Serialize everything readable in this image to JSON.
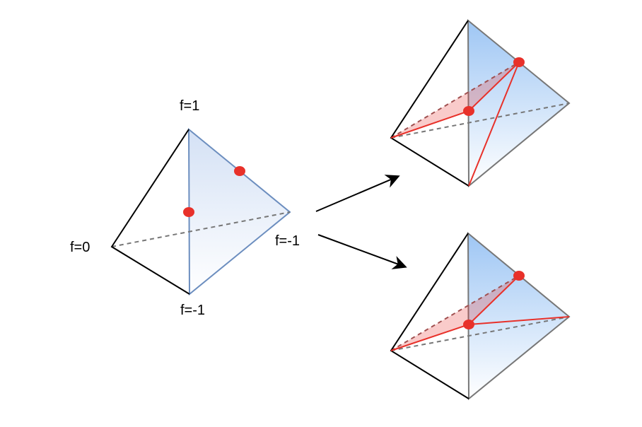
{
  "labels": {
    "top": "f=1",
    "left": "f=0",
    "right": "f=-1",
    "bottom": "f=-1"
  },
  "colors": {
    "face_blue": "#a9cdf5",
    "face_blue_light": "#ffffff",
    "edge_blue": "#6c8ebf",
    "red": "#e8312a",
    "red_fill": "#f4c6c4",
    "dashed": "#777777"
  }
}
